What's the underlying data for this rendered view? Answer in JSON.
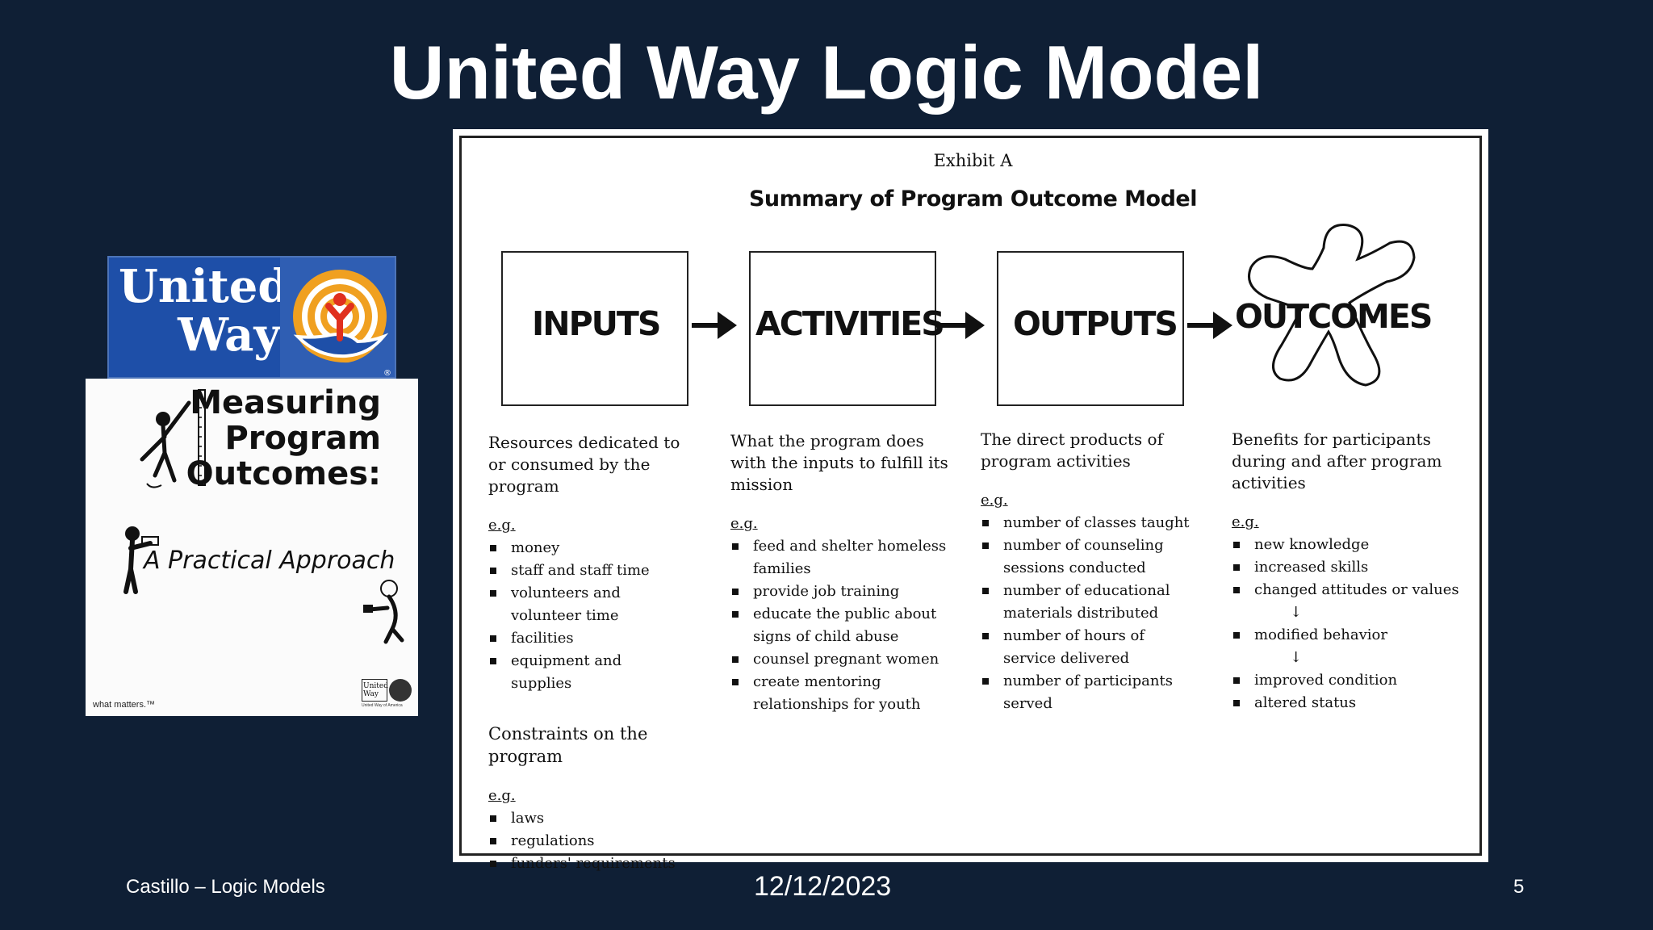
{
  "slide": {
    "title": "United Way Logic Model",
    "footer_left": "Castillo – Logic Models",
    "footer_date": "12/12/2023",
    "page_number": "5"
  },
  "book_cover": {
    "brand_line1": "United",
    "brand_line2": "Way",
    "title_line1": "Measuring",
    "title_line2": "Program",
    "title_line3": "Outcomes:",
    "subtitle": "A Practical Approach",
    "tagline": "what matters.™",
    "mini_logo_line1": "United",
    "mini_logo_line2": "Way",
    "mini_logo_caption": "United Way of America",
    "colors": {
      "brand_blue": "#1e4fa8",
      "logo_orange": "#f0a020",
      "logo_red": "#e0301e"
    }
  },
  "exhibit": {
    "label": "Exhibit A",
    "title": "Summary of Program Outcome Model",
    "eg_label": "e.g.",
    "columns": [
      {
        "heading": "INPUTS",
        "description": "Resources dedicated to or consumed by the program",
        "items": [
          "money",
          "staff and staff time",
          "volunteers and volunteer time",
          "facilities",
          "equipment and supplies"
        ],
        "sub_heading": "Constraints on the program",
        "sub_items": [
          "laws",
          "regulations",
          "funders' requirements"
        ]
      },
      {
        "heading": "ACTIVITIES",
        "description": "What the program does with the inputs to fulfill its mission",
        "items": [
          "feed and shelter homeless families",
          "provide job training",
          "educate the public about signs of child abuse",
          "counsel pregnant women",
          "create mentoring relationships for youth"
        ]
      },
      {
        "heading": "OUTPUTS",
        "description": "The direct products of program activities",
        "items": [
          "number of classes taught",
          "number of counseling sessions conducted",
          "number of educational materials distributed",
          "number of hours of service delivered",
          "number of participants served"
        ]
      },
      {
        "heading": "OUTCOMES",
        "description": "Benefits for participants during and after program activities",
        "items": [
          "new knowledge",
          "increased skills",
          "changed attitudes or values",
          "modified behavior",
          "improved condition",
          "altered status"
        ],
        "down_arrow": "↓"
      }
    ]
  }
}
